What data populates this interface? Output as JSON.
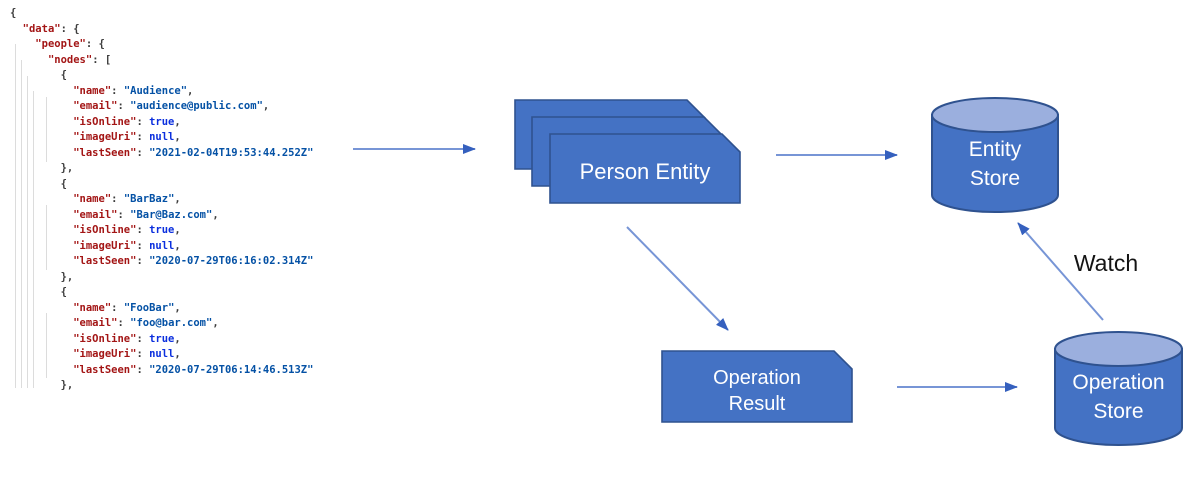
{
  "code": {
    "lines": [
      "{",
      "  \"data\": {",
      "    \"people\": {",
      "      \"nodes\": [",
      "        {",
      "          \"name\": \"Audience\",",
      "          \"email\": \"audience@public.com\",",
      "          \"isOnline\": true,",
      "          \"imageUri\": null,",
      "          \"lastSeen\": \"2021-02-04T19:53:44.252Z\"",
      "        },",
      "        {",
      "          \"name\": \"BarBaz\",",
      "          \"email\": \"Bar@Baz.com\",",
      "          \"isOnline\": true,",
      "          \"imageUri\": null,",
      "          \"lastSeen\": \"2020-07-29T06:16:02.314Z\"",
      "        },",
      "        {",
      "          \"name\": \"FooBar\",",
      "          \"email\": \"foo@bar.com\",",
      "          \"isOnline\": true,",
      "          \"imageUri\": null,",
      "          \"lastSeen\": \"2020-07-29T06:14:46.513Z\"",
      "        },"
    ],
    "colors": {
      "key": "#A31515",
      "string": "#0451A5",
      "keyword": "#0B2FDE",
      "punctuation": "#3B3B3B"
    }
  },
  "diagram": {
    "person_entity": {
      "label": "Person Entity"
    },
    "entity_store": {
      "line1": "Entity",
      "line2": "Store"
    },
    "operation_result": {
      "line1": "Operation",
      "line2": "Result"
    },
    "operation_store": {
      "line1": "Operation",
      "line2": "Store"
    },
    "watch_label": "Watch",
    "colors": {
      "shape_fill": "#4472C4",
      "shape_border": "#2F528F",
      "cylinder_top": "#9BAFDE",
      "arrow_line": "#7795D6",
      "arrow_head": "#3560BE"
    }
  }
}
